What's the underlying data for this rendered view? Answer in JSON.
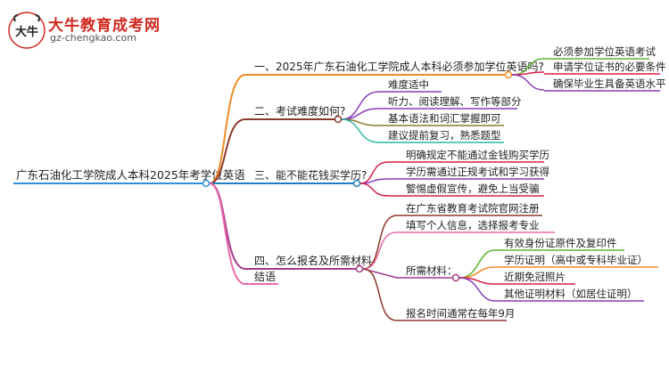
{
  "brand": {
    "title": "大牛教育成考网",
    "url": "gz-chengkao.com",
    "mark_text": "大牛"
  },
  "colors": {
    "root_line": "#2f8fd8",
    "branch1": "#f08a24",
    "branch2": "#8b3a2a",
    "branch3": "#1e7fbf",
    "branch4": "#a23a8a",
    "leaf_green": "#5cb531",
    "leaf_purple": "#8a3ab9",
    "leaf_teal": "#2ab7a0",
    "leaf_red": "#d81e4b",
    "leaf_pink": "#e86aa8",
    "leaf_olive": "#8c7a2c",
    "leaf_brown": "#8b3a2a"
  },
  "mindmap": {
    "root": "广东石油化工学院成人本科2025年考学位英语",
    "branches": [
      {
        "label": "一、2025年广东石油化工学院成人本科必须参加学位英语吗?",
        "children": [
          "必须参加学位英语考试",
          "申请学位证书的必要条件",
          "确保毕业生具备英语水平"
        ]
      },
      {
        "label": "二、考试难度如何?",
        "children": [
          "难度适中",
          "听力、阅读理解、写作等部分",
          "基本语法和词汇掌握即可",
          "建议提前复习，熟悉题型"
        ]
      },
      {
        "label": "三、能不能花钱买学历?",
        "children": [
          "明确规定不能通过金钱购买学历",
          "学历需通过正规考试和学习获得",
          "警惕虚假宣传，避免上当受骗"
        ]
      },
      {
        "label": "四、怎么报名及所需材料",
        "children": [
          "在广东省教育考试院官网注册",
          "填写个人信息，选择报考专业",
          {
            "label": "所需材料：",
            "children": [
              "有效身份证原件及复印件",
              "学历证明（高中或专科毕业证）",
              "近期免冠照片",
              "其他证明材料（如居住证明）"
            ]
          },
          "报名时间通常在每年9月"
        ]
      },
      {
        "label": "结语",
        "children": []
      }
    ]
  }
}
